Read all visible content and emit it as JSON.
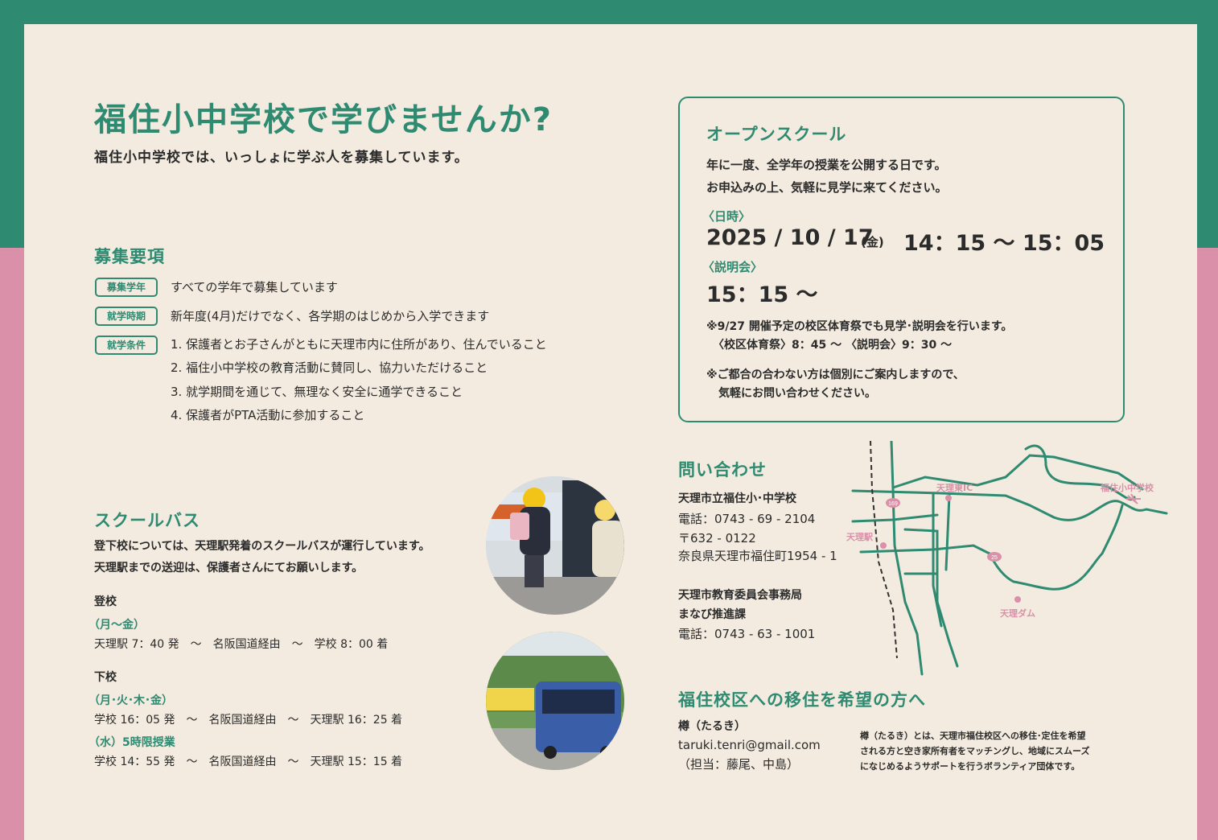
{
  "title": "福住小中学校で学びませんか?",
  "lead": "福住小中学校では、いっしょに学ぶ人を募集しています。",
  "recruit": {
    "heading": "募集要項",
    "rows": [
      {
        "tag": "募集学年",
        "text": "すべての学年で募集しています"
      },
      {
        "tag": "就学時期",
        "text": "新年度(4月)だけでなく、各学期のはじめから入学できます"
      },
      {
        "tag": "就学条件",
        "text": "1. 保護者とお子さんがともに天理市内に住所があり、住んでいること"
      }
    ],
    "conditions": [
      "2. 福住小中学校の教育活動に賛同し、協力いただけること",
      "3. 就学期間を通じて、無理なく安全に通学できること",
      "4. 保護者がPTA活動に参加すること"
    ]
  },
  "bus": {
    "heading": "スクールバス",
    "desc1": "登下校については、天理駅発着のスクールバスが運行しています。",
    "desc2": "天理駅までの送迎は、保護者さんにてお願いします。",
    "go_label": "登校",
    "go_days": "（月～金）",
    "go_route": "天理駅 7：40 発　～　名阪国道経由　～　学校 8：00 着",
    "back_label": "下校",
    "back_days": "（月･火･木･金）",
    "back_route": "学校 16：05 発　～　名阪国道経由　～　天理駅 16：25 着",
    "wed_label": "（水）5時限授業",
    "wed_route": "学校 14：55 発　～　名阪国道経由　～　天理駅 15：15 着"
  },
  "open": {
    "heading": "オープンスクール",
    "desc1": "年に一度、全学年の授業を公開する日です。",
    "desc2": "お申込みの上、気軽に見学に来てください。",
    "date_label": "〈日時〉",
    "date": "2025 / 10 / 17",
    "date_day": "(金)",
    "time": "14：15 ～ 15：05",
    "briefing_label": "〈説明会〉",
    "briefing_time": "15：15 ～",
    "note1": "※9/27 開催予定の校区体育祭でも見学･説明会を行います。",
    "note2": "〈校区体育祭〉8：45 ～  〈説明会〉9：30 ～",
    "note3": "※ご都合の合わない方は個別にご案内しますので、",
    "note4": "気軽にお問い合わせください。"
  },
  "contact": {
    "heading": "問い合わせ",
    "school": "天理市立福住小･中学校",
    "tel1": "電話：0743 - 69 - 2104",
    "zip": "〒632 - 0122",
    "address": "奈良県天理市福住町1954 - 1",
    "board": "天理市教育委員会事務局",
    "dept": "まなび推進課",
    "tel2": "電話：0743 - 63 - 1001"
  },
  "map": {
    "labels": {
      "ic": "天理東IC",
      "school": "福住小中学校",
      "station": "天理駅",
      "dam": "天理ダム",
      "route169": "169",
      "route25": "25"
    }
  },
  "move": {
    "heading": "福住校区への移住を希望の方へ",
    "org": "樽（たるき）",
    "email": "taruki.tenri@gmail.com",
    "person": "（担当：藤尾、中島）",
    "desc1": "樽（たるき）とは、天理市福住校区への移住･定住を希望",
    "desc2": "される方と空き家所有者をマッチングし、地域にスムーズ",
    "desc3": "になじめるようサポートを行うボランティア団体です。"
  },
  "colors": {
    "green": "#2f8a72",
    "pink": "#d990a8",
    "paper": "#f3ebdf"
  }
}
